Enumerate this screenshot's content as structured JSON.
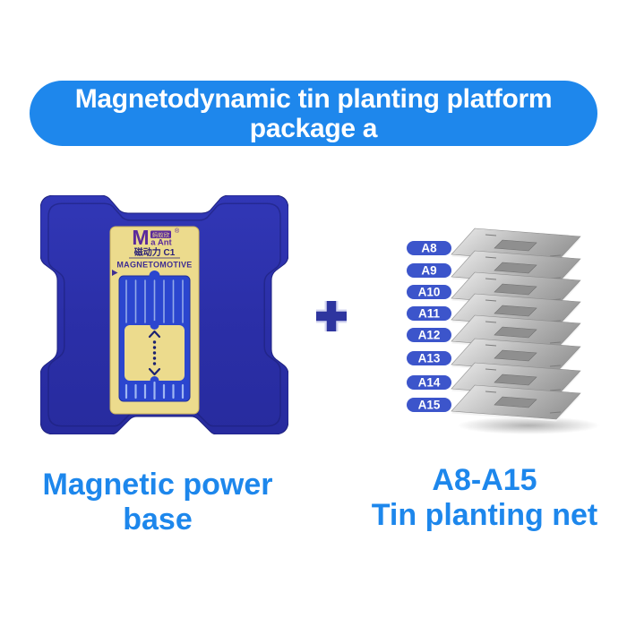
{
  "header": {
    "line1": "Magnetodynamic tin planting platform",
    "line2": "package a"
  },
  "left_product": {
    "brand": {
      "m": "M",
      "rest": "a Ant",
      "cn": "蚂蚁欣",
      "registered": "®"
    },
    "model_cn": "磁动力 C1",
    "model_en": "MAGNETOMOTIVE",
    "caption_line1": "Magnetic power",
    "caption_line2": "base"
  },
  "plus_label": "+",
  "right_product": {
    "labels": [
      "A8",
      "A9",
      "A10",
      "A11",
      "A12",
      "A13",
      "A14",
      "A15"
    ],
    "caption_line1": "A8-A15",
    "caption_line2": "Tin planting net"
  },
  "colors": {
    "banner_bg": "#1e87ec",
    "caption_text": "#1d87ec",
    "stencil_label_bg": "#3c55cb",
    "plus_sign": "#2e359f",
    "device_case": "#2c30a9",
    "device_window": "#2b46cf",
    "gold_plate": "#ecdb8d",
    "stencil_steel": "#b9b9b9"
  }
}
